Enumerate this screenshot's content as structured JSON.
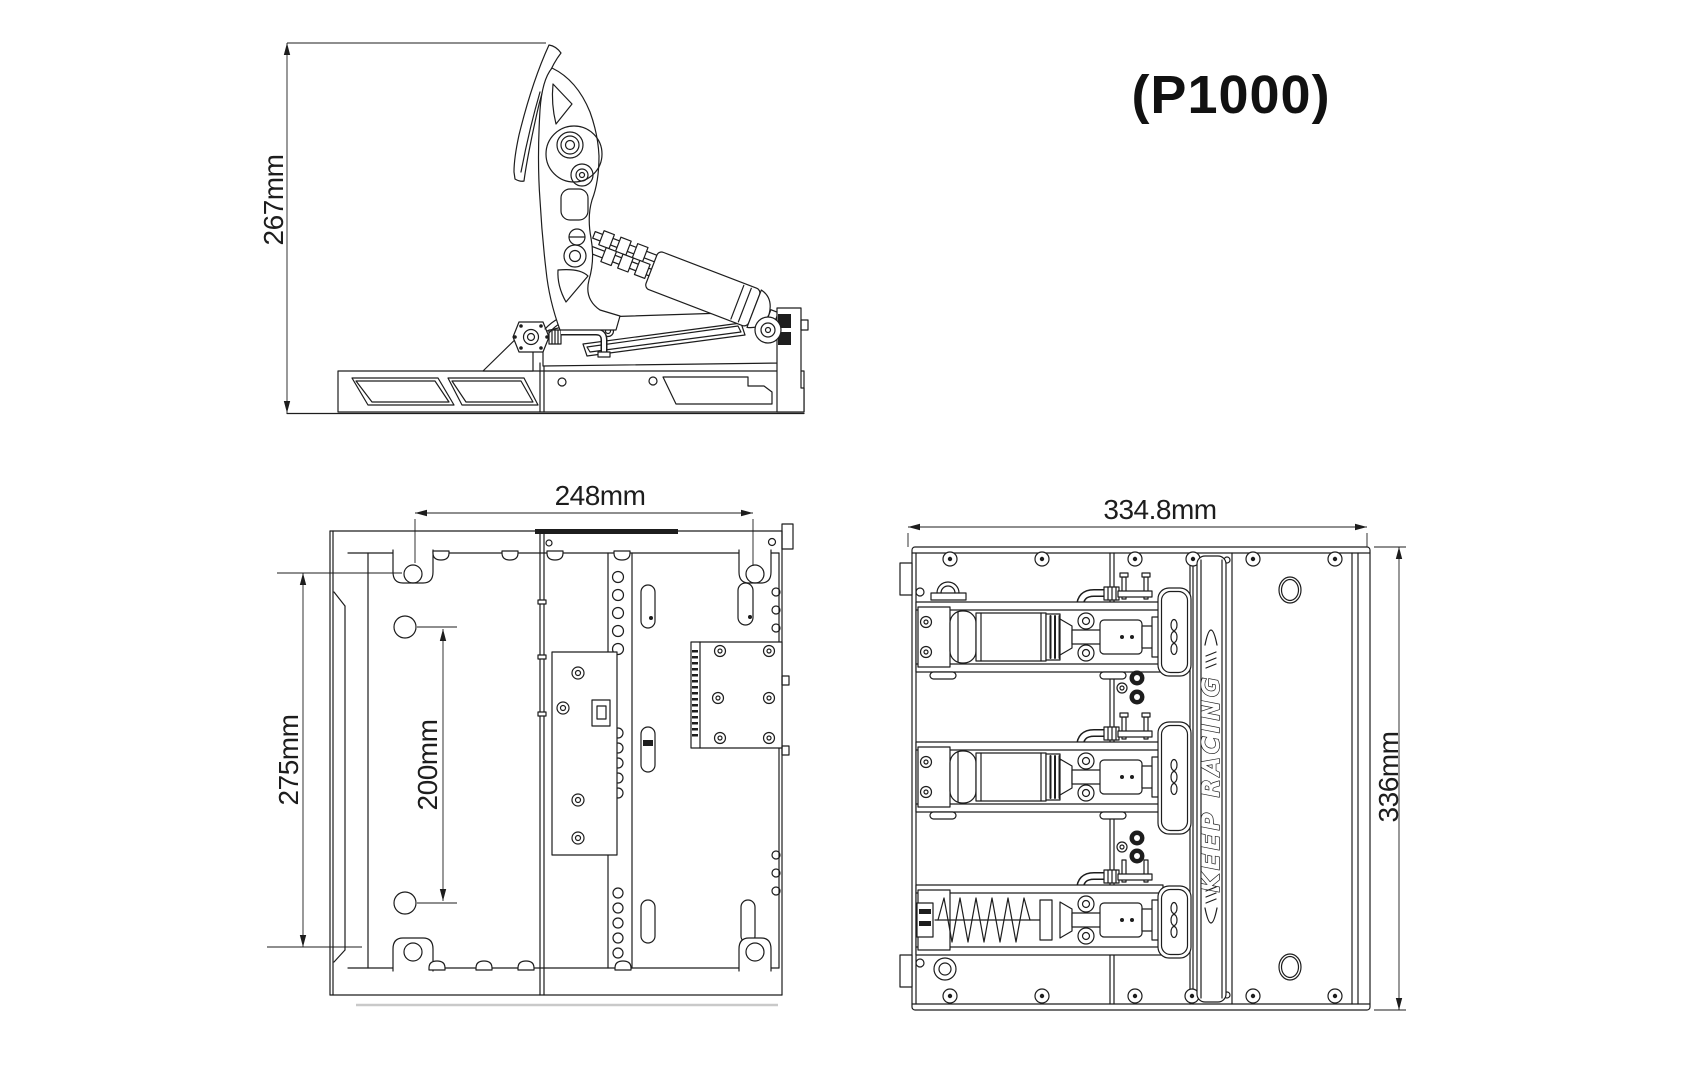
{
  "title": "(P1000)",
  "colors": {
    "background": "#ffffff",
    "line": "#1d1d1d"
  },
  "branding": {
    "logo_text": "KEEP RACING"
  },
  "dimensions": {
    "side_height": "267mm",
    "base_width": "248mm",
    "base_depth": "275mm",
    "mount_hole_spacing": "200mm",
    "overall_width": "334.8mm",
    "overall_depth": "336mm"
  }
}
